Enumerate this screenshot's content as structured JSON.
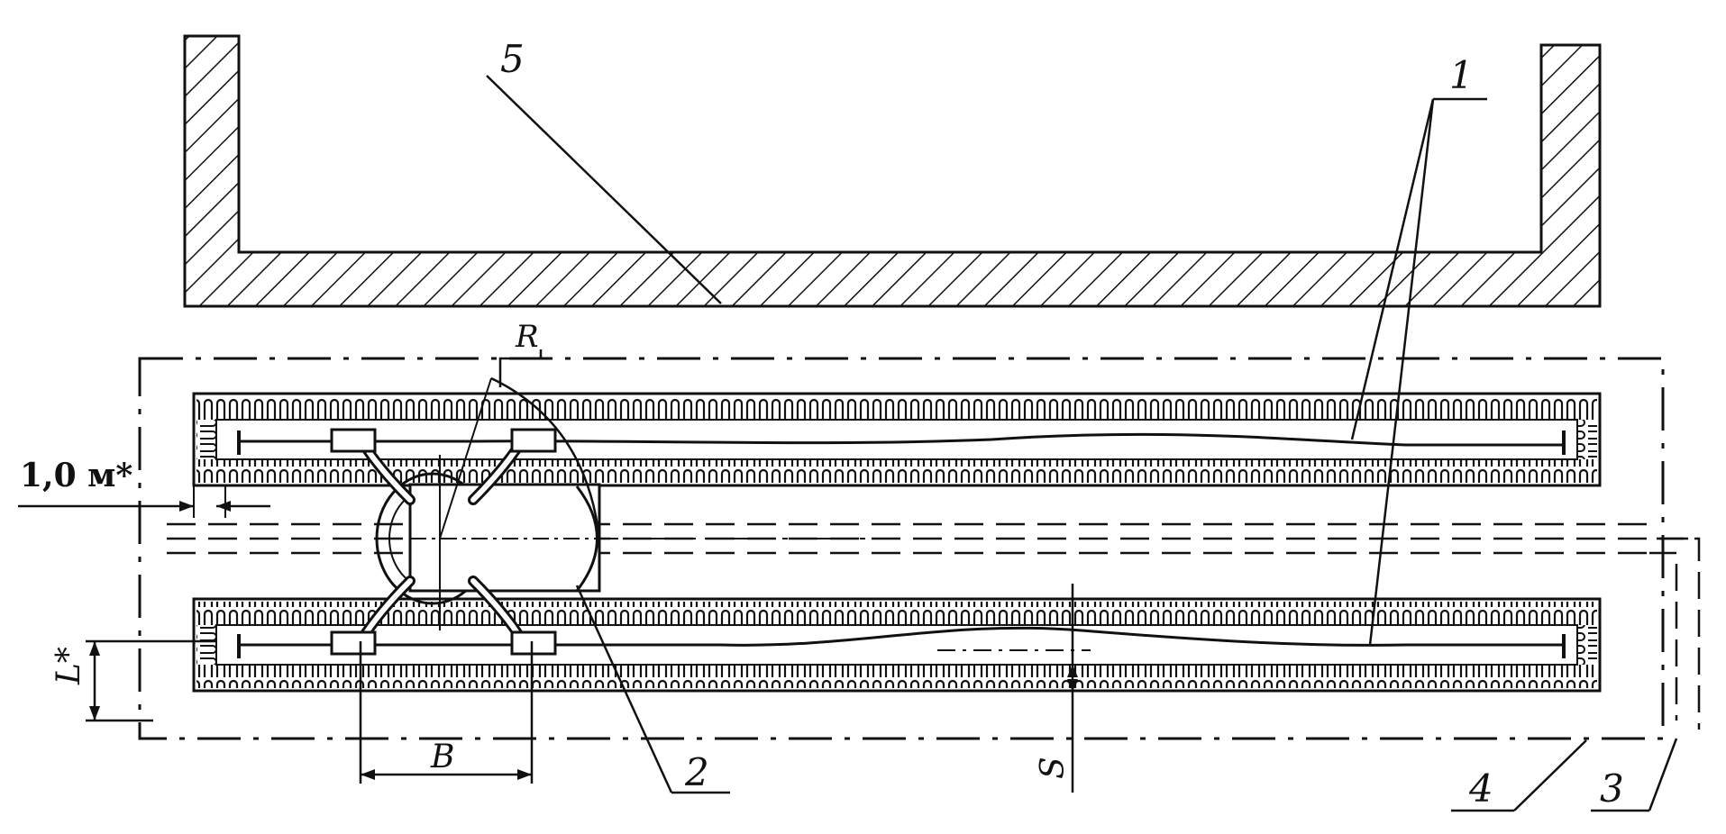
{
  "labels": {
    "pointer_1": "1",
    "pointer_2": "2",
    "pointer_3": "3",
    "pointer_4": "4",
    "pointer_5": "5",
    "radius": "R",
    "dim_B": "B",
    "dim_L": "L*",
    "dim_S": "S",
    "dim_clearance": "1,0 м*"
  },
  "colors": {
    "ink": "#111111",
    "background": "#ffffff"
  }
}
